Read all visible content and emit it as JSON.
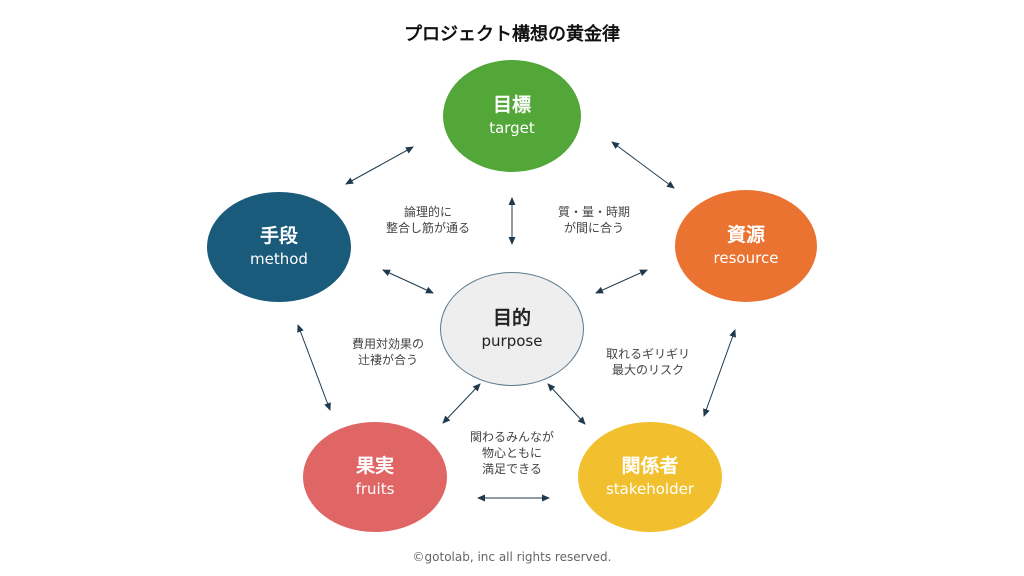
{
  "title": "プロジェクト構想の黄金律",
  "nodes": {
    "target": {
      "jp": "目標",
      "en": "target",
      "color": "#52a738"
    },
    "method": {
      "jp": "手段",
      "en": "method",
      "color": "#1a5a7a"
    },
    "resource": {
      "jp": "資源",
      "en": "resource",
      "color": "#ea7331"
    },
    "purpose": {
      "jp": "目的",
      "en": "purpose",
      "color": "#eeeeee",
      "border": "#5e7a8c"
    },
    "fruits": {
      "jp": "果実",
      "en": "fruits",
      "color": "#e06565"
    },
    "stakeholder": {
      "jp": "関係者",
      "en": "stakeholder",
      "color": "#f2c02e"
    }
  },
  "notes": {
    "method_target": [
      "論理的に",
      "整合し筋が通る"
    ],
    "target_resource": [
      "質・量・時期",
      "が間に合う"
    ],
    "method_fruits": [
      "費用対効果の",
      "辻褄が合う"
    ],
    "resource_stakeholder": [
      "取れるギリギリ",
      "最大のリスク"
    ],
    "fruits_stakeholder": [
      "関わるみんなが",
      "物心ともに",
      "満足できる"
    ]
  },
  "arrow_color": "#1f3a4d",
  "footer": "©gotolab, inc  all rights reserved."
}
